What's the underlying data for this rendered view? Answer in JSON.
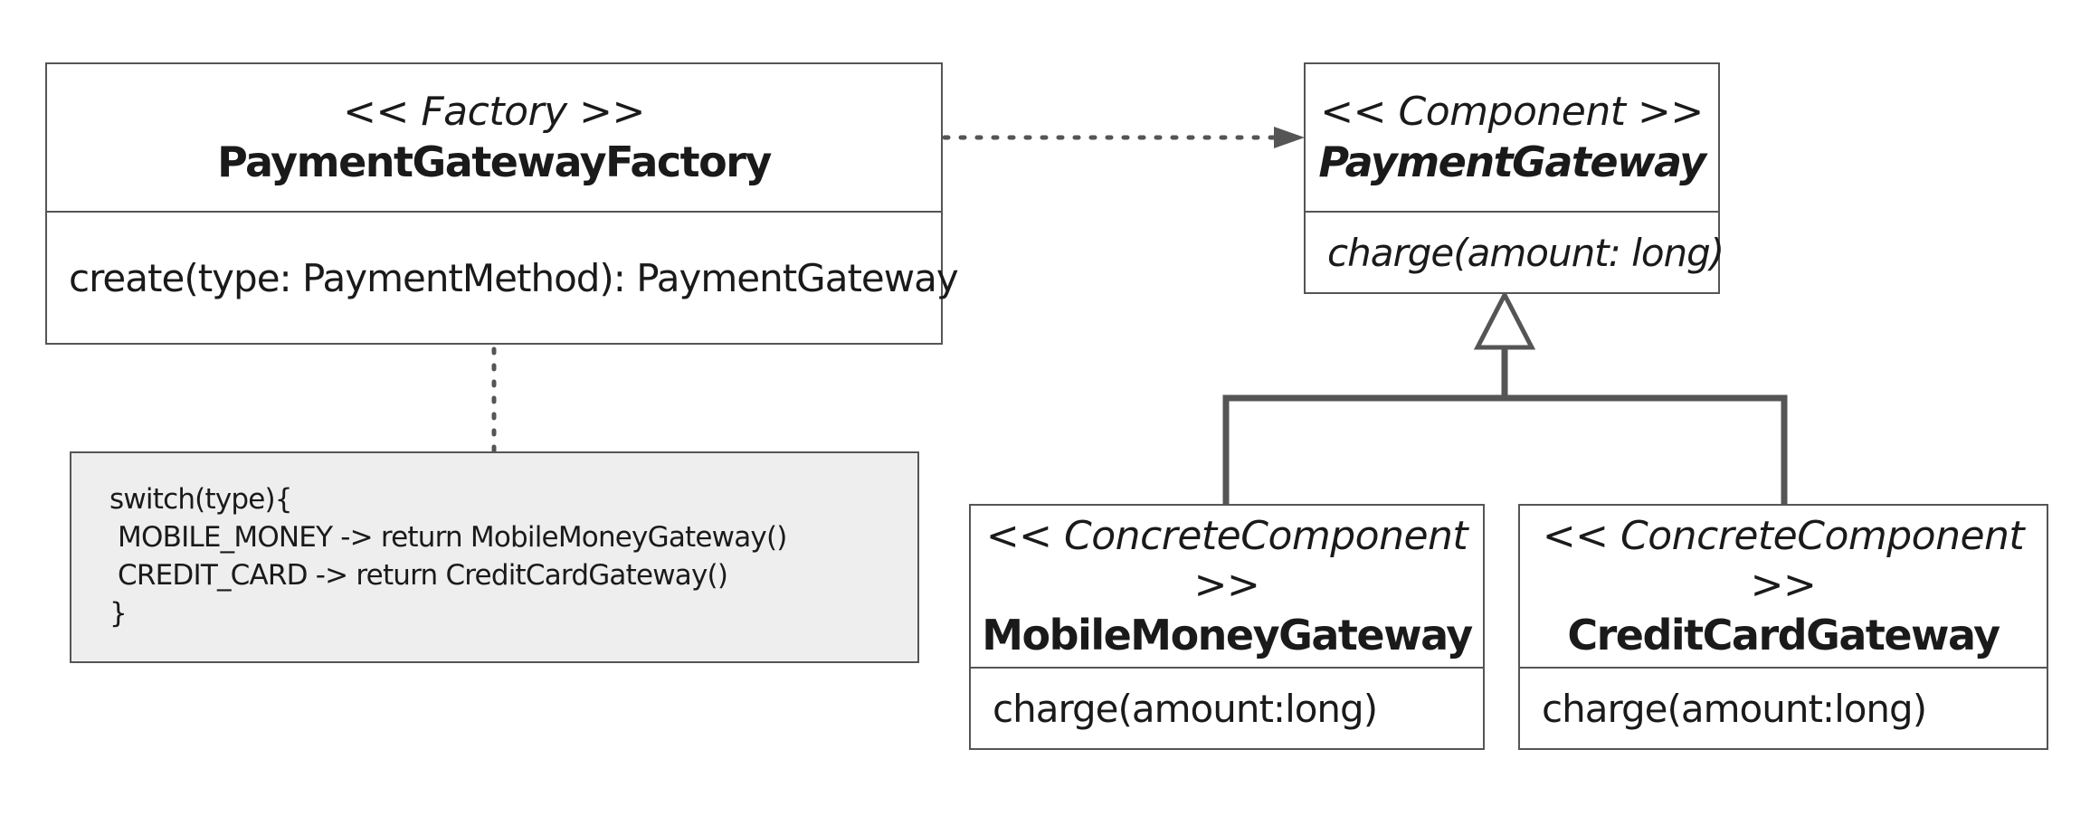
{
  "factory": {
    "stereotype": "<< Factory >>",
    "name": "PaymentGatewayFactory",
    "operation": "create(type: PaymentMethod): PaymentGateway"
  },
  "note": {
    "lines": [
      "switch(type){",
      " MOBILE_MONEY -> return MobileMoneyGateway()",
      " CREDIT_CARD -> return CreditCardGateway()",
      "}"
    ]
  },
  "component": {
    "stereotype": "<< Component >>",
    "name": "PaymentGateway",
    "operation": "charge(amount: long)"
  },
  "mobile": {
    "stereotype": "<< ConcreteComponent >>",
    "name": "MobileMoneyGateway",
    "operation": "charge(amount:long)"
  },
  "credit": {
    "stereotype": "<< ConcreteComponent >>",
    "name": "CreditCardGateway",
    "operation": "charge(amount:long)"
  },
  "colors": {
    "line": "#555555",
    "note_fill": "#eeeeee",
    "box_fill": "#ffffff"
  }
}
